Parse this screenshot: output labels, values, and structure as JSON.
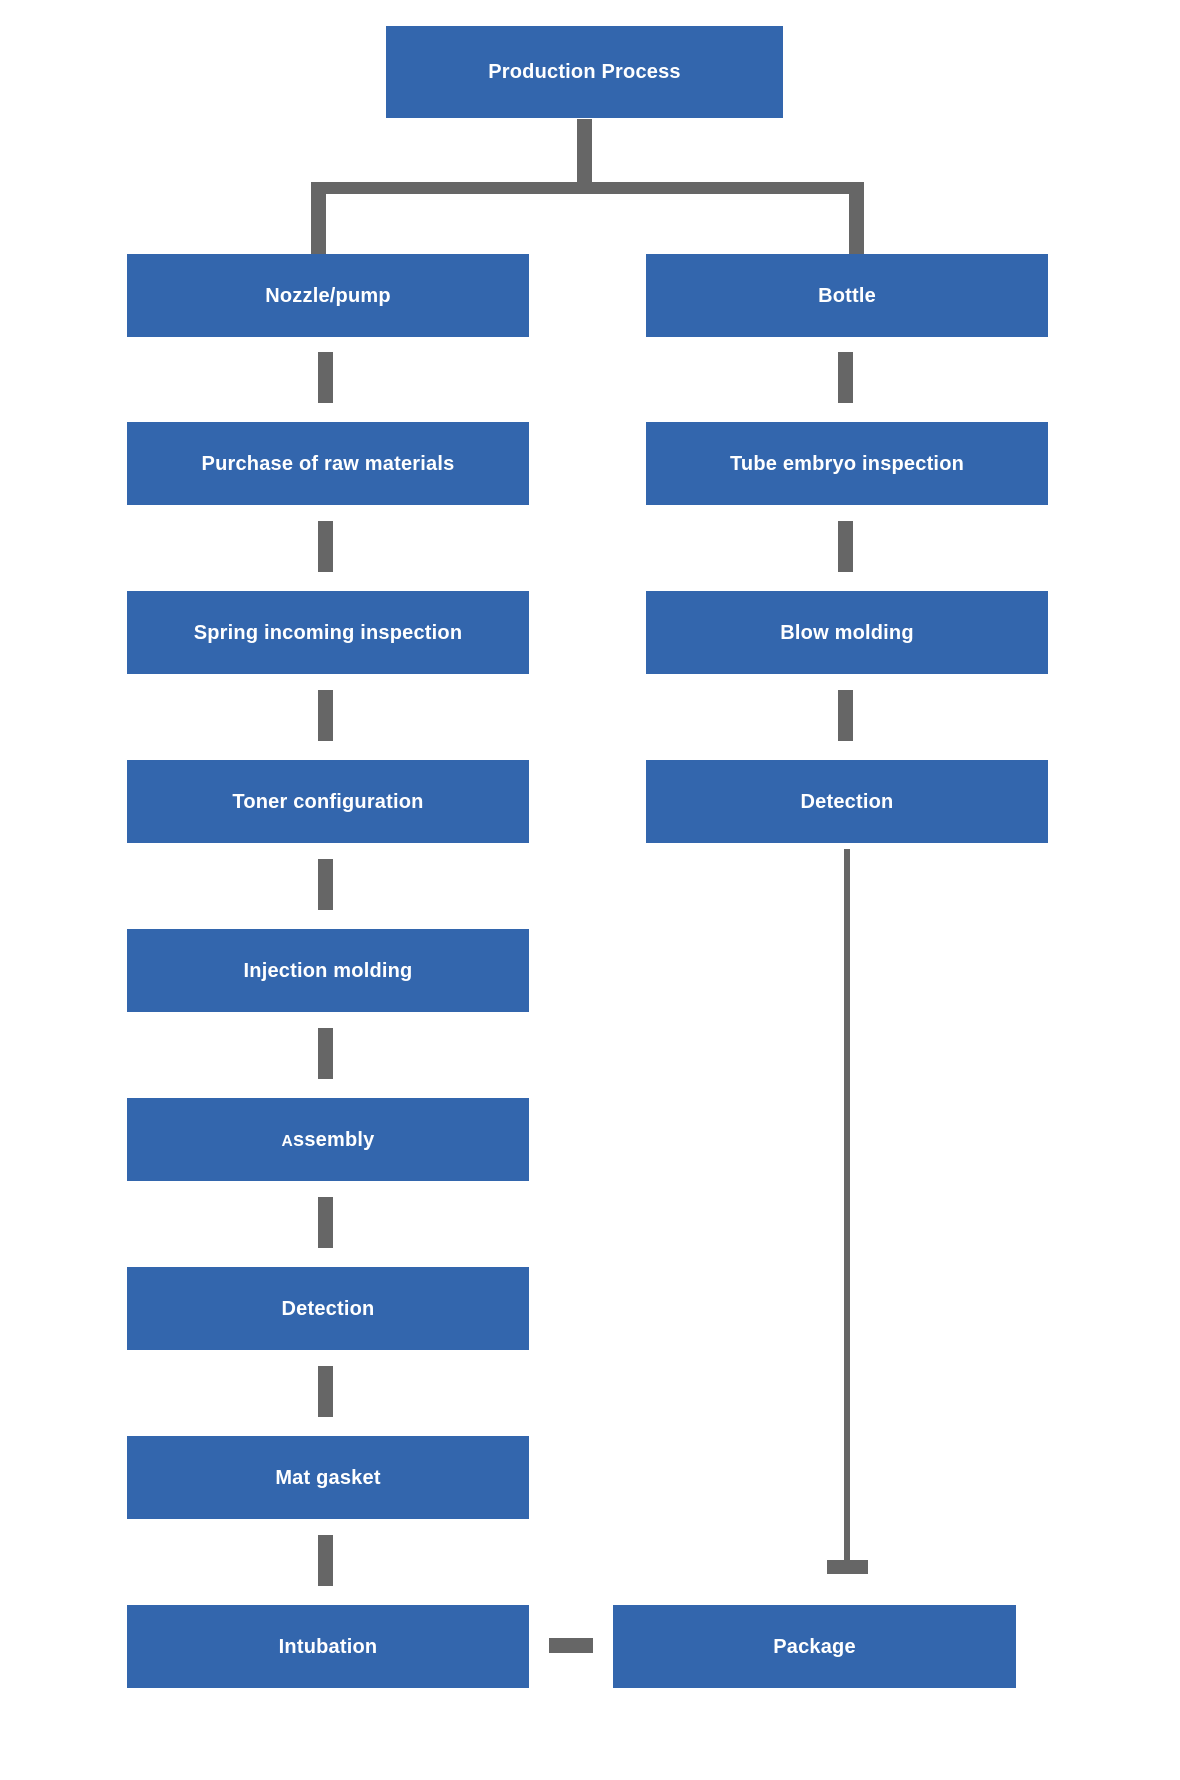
{
  "diagram": {
    "title": "Production Process Flowchart",
    "colors": {
      "node_fill": "#3366ad",
      "node_text": "#ffffff",
      "connector": "#666666",
      "background": "#ffffff"
    },
    "root": {
      "label": "Production Process"
    },
    "branches": [
      {
        "name": "nozzle-pump-branch",
        "head": {
          "label": "Nozzle/pump"
        },
        "steps": [
          {
            "label": "Purchase of raw materials"
          },
          {
            "label": "Spring incoming inspection"
          },
          {
            "label": "Toner configuration"
          },
          {
            "label": "Injection molding"
          },
          {
            "label": "Assembly",
            "label_first_letter": "A",
            "label_rest": "ssembly"
          },
          {
            "label": "Detection"
          },
          {
            "label": "Mat gasket"
          },
          {
            "label": "Intubation"
          }
        ]
      },
      {
        "name": "bottle-branch",
        "head": {
          "label": "Bottle"
        },
        "steps": [
          {
            "label": "Tube embryo inspection"
          },
          {
            "label": "Blow molding"
          },
          {
            "label": "Detection"
          },
          {
            "label": "Package"
          }
        ]
      }
    ]
  }
}
